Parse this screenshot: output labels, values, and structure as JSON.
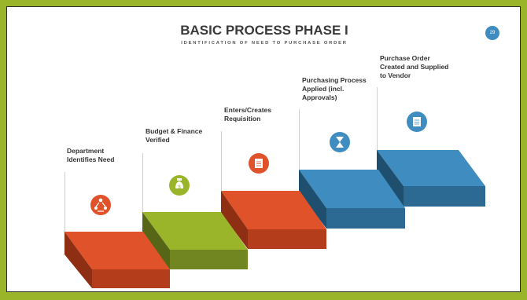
{
  "slide": {
    "title": "BASIC PROCESS PHASE I",
    "subtitle": "IDENTIFICATION OF NEED TO PURCHASE ORDER",
    "page_number": "29"
  },
  "steps": [
    {
      "label": "Department\nIdentifies Need",
      "icon": "people-network-icon",
      "color": "#e0532a"
    },
    {
      "label": "Budget & Finance\nVerified",
      "icon": "money-bag-icon",
      "color": "#9bb52a"
    },
    {
      "label": "Enters/Creates\nRequisition",
      "icon": "document-icon",
      "color": "#e0532a"
    },
    {
      "label": "Purchasing Process\nApplied (incl.\nApprovals)",
      "icon": "hourglass-icon",
      "color": "#3f8cc0"
    },
    {
      "label": "Purchase Order\nCreated and Supplied\nto Vendor",
      "icon": "purchase-order-icon",
      "color": "#3f8cc0"
    }
  ],
  "colors": {
    "orange": "#e0532a",
    "green": "#9bb52a",
    "blue": "#3f8cc0",
    "frame": "#9bb52a"
  }
}
